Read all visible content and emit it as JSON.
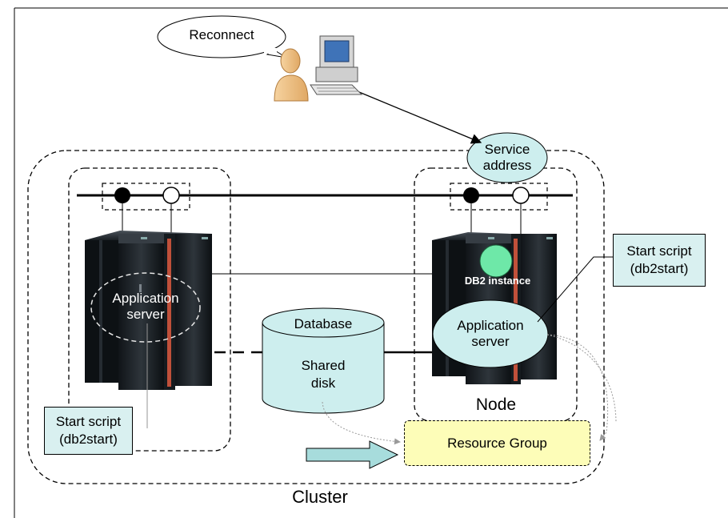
{
  "bubble_reconnect": "Reconnect",
  "service_address": "Service address",
  "service_address_lines": [
    "Service",
    "address"
  ],
  "left_app_server": [
    "Application",
    "server"
  ],
  "right_app_server": [
    "Application",
    "server"
  ],
  "db2_instance": "DB2 instance",
  "database": "Database",
  "shared_disk": [
    "Shared",
    "disk"
  ],
  "node": "Node",
  "cluster": "Cluster",
  "resource_group": "Resource Group",
  "left_start_script": [
    "Start script",
    "(db2start)"
  ],
  "right_start_script": [
    "Start script",
    "(db2start)"
  ],
  "colors": {
    "cyan_fill": "#cdeeee",
    "db2_green": "#6ee8a8",
    "resource_yellow": "#fdfdb8",
    "server_red": "#c0503a",
    "arrow_fill": "#a7dcdc"
  }
}
